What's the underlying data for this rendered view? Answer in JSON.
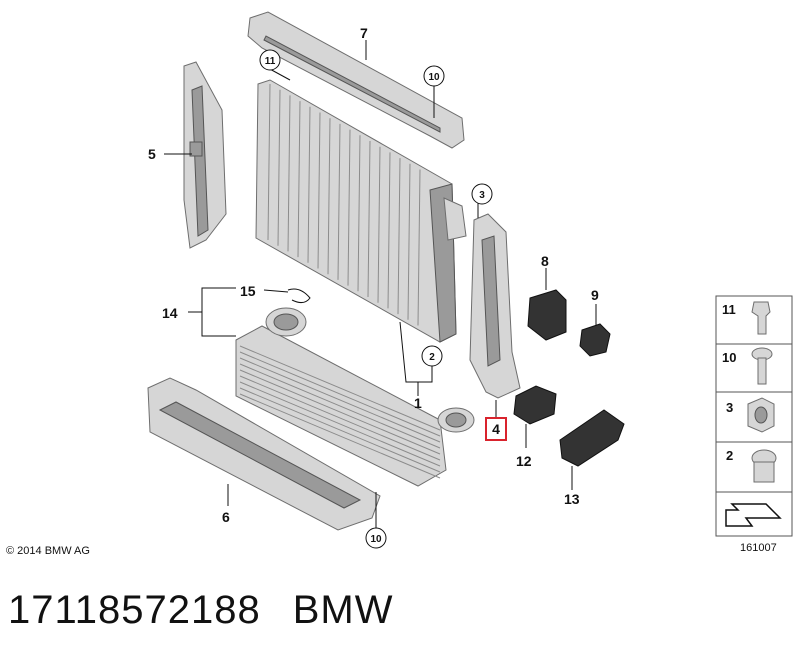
{
  "copyright": "© 2014 BMW AG",
  "diagram_number": "161007",
  "part_number": "17118572188",
  "brand": "BMW",
  "highlighted_callout": "4",
  "callouts": {
    "c1": "1",
    "c2": "2",
    "c3": "3",
    "c4": "4",
    "c5": "5",
    "c6": "6",
    "c7": "7",
    "c8": "8",
    "c9": "9",
    "c10a": "10",
    "c10b": "10",
    "c11": "11",
    "c12": "12",
    "c13": "13",
    "c14": "14",
    "c15": "15"
  },
  "legend": {
    "items": [
      "11",
      "10",
      "3",
      "2"
    ]
  },
  "colors": {
    "highlight": "#d9232d",
    "part_fill": "#d6d6d6",
    "part_stroke": "#6e6e6e"
  }
}
